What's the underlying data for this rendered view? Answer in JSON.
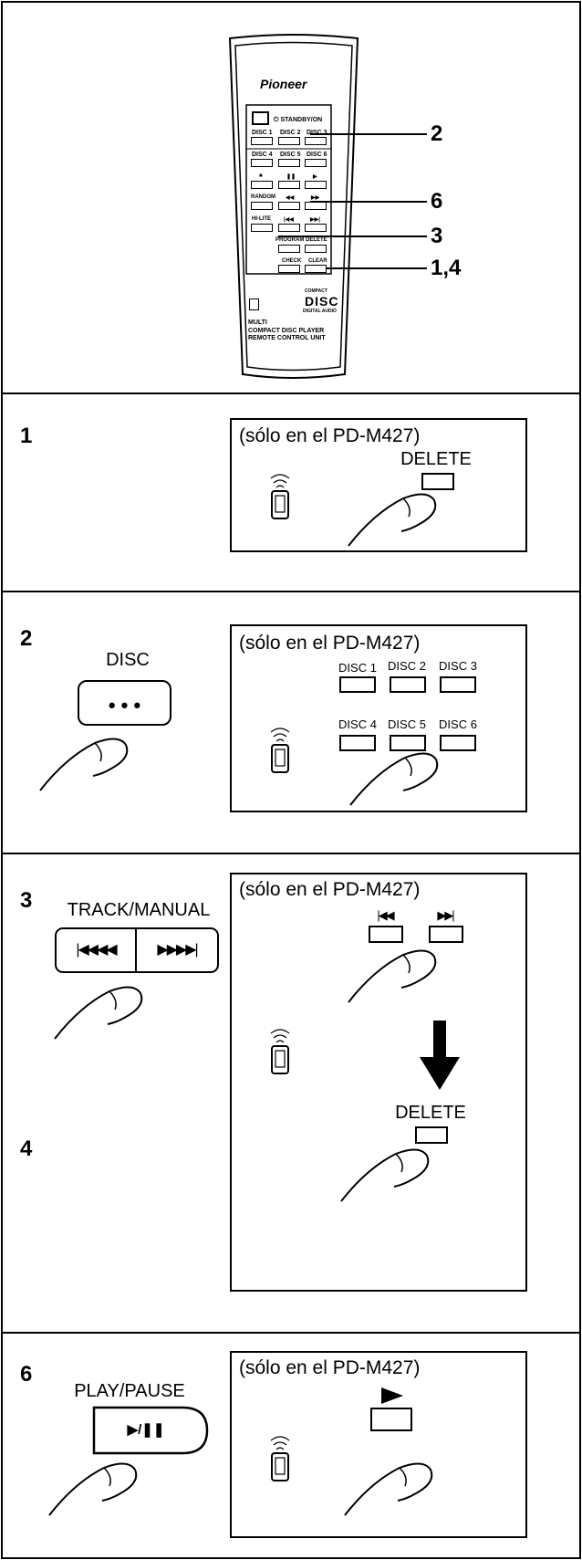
{
  "remote": {
    "brand": "Pioneer",
    "standby": "⏻ STANDBY/ON",
    "disc_buttons": [
      "DISC 1",
      "DISC 2",
      "DISC 3",
      "DISC 4",
      "DISC 5",
      "DISC 6"
    ],
    "random": "RANDOM",
    "hilite": "HI-LITE",
    "program": "PROGRAM",
    "delete": "DELETE",
    "check": "CHECK",
    "clear": "CLEAR",
    "compact": "COMPACT",
    "disc_logo": "DISC",
    "digital_audio": "DIGITAL AUDIO",
    "multi": "MULTI",
    "model_line1": "COMPACT DISC PLAYER",
    "model_line2": "REMOTE CONTROL UNIT",
    "callouts": [
      "2",
      "6",
      "3",
      "1,4"
    ]
  },
  "steps": {
    "s1": {
      "number": "1",
      "note": "(sólo en el PD-M427)",
      "delete": "DELETE"
    },
    "s2": {
      "number": "2",
      "disc_label": "DISC",
      "disc_dots": "• • •",
      "note": "(sólo en el PD-M427)",
      "discs": [
        "DISC 1",
        "DISC 2",
        "DISC 3",
        "DISC 4",
        "DISC 5",
        "DISC 6"
      ]
    },
    "s3": {
      "number": "3",
      "number2": "4",
      "track_label": "TRACK/MANUAL",
      "prev_symbol": "|◀◀◀◀",
      "next_symbol": "▶▶▶▶|",
      "note": "(sólo en el PD-M427)",
      "delete": "DELETE"
    },
    "s6": {
      "number": "6",
      "play_label": "PLAY/PAUSE",
      "play_symbol": "▶/❚❚",
      "note": "(sólo en el PD-M427)"
    }
  }
}
